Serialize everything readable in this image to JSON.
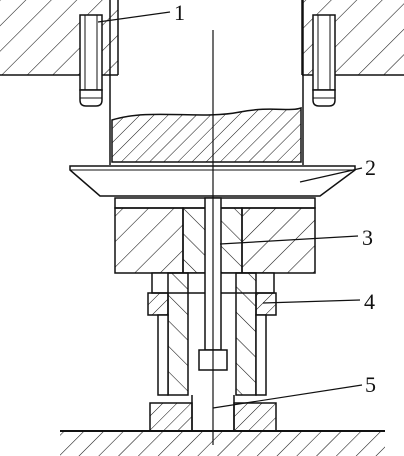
{
  "diagram": {
    "callouts": [
      {
        "id": "1",
        "label": "1"
      },
      {
        "id": "2",
        "label": "2"
      },
      {
        "id": "3",
        "label": "3"
      },
      {
        "id": "4",
        "label": "4"
      },
      {
        "id": "5",
        "label": "5"
      }
    ]
  },
  "colors": {
    "line": "#111111",
    "hatch": "#111111",
    "background": "#ffffff"
  }
}
